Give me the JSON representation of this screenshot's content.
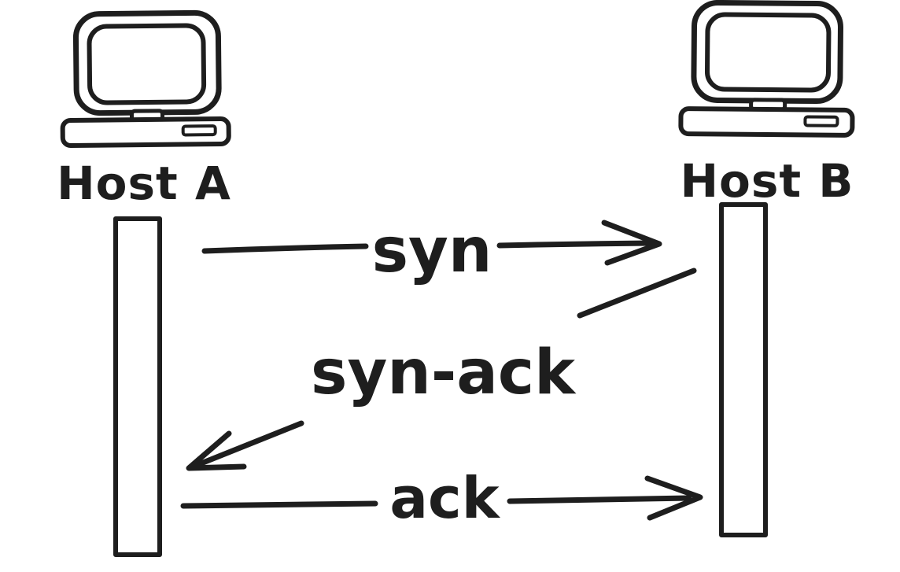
{
  "diagram": {
    "type": "sequence-diagram",
    "style": "hand-drawn",
    "background_color": "#ffffff",
    "ink_color": "#1e1e1e",
    "actors": [
      {
        "id": "host-a",
        "label": "Host A",
        "icon": "computer-icon",
        "position": "top-left"
      },
      {
        "id": "host-b",
        "label": "Host B",
        "icon": "computer-icon",
        "position": "top-right"
      }
    ],
    "lifelines": [
      {
        "actor": "Host A",
        "shape": "vertical-rectangle"
      },
      {
        "actor": "Host B",
        "shape": "vertical-rectangle"
      }
    ],
    "messages": [
      {
        "order": 1,
        "label": "syn",
        "from": "Host A",
        "to": "Host B",
        "direction": "right",
        "arrow_style": "horizontal"
      },
      {
        "order": 2,
        "label": "syn-ack",
        "from": "Host B",
        "to": "Host A",
        "direction": "left",
        "arrow_style": "diagonal"
      },
      {
        "order": 3,
        "label": "ack",
        "from": "Host A",
        "to": "Host B",
        "direction": "right",
        "arrow_style": "horizontal"
      }
    ]
  }
}
